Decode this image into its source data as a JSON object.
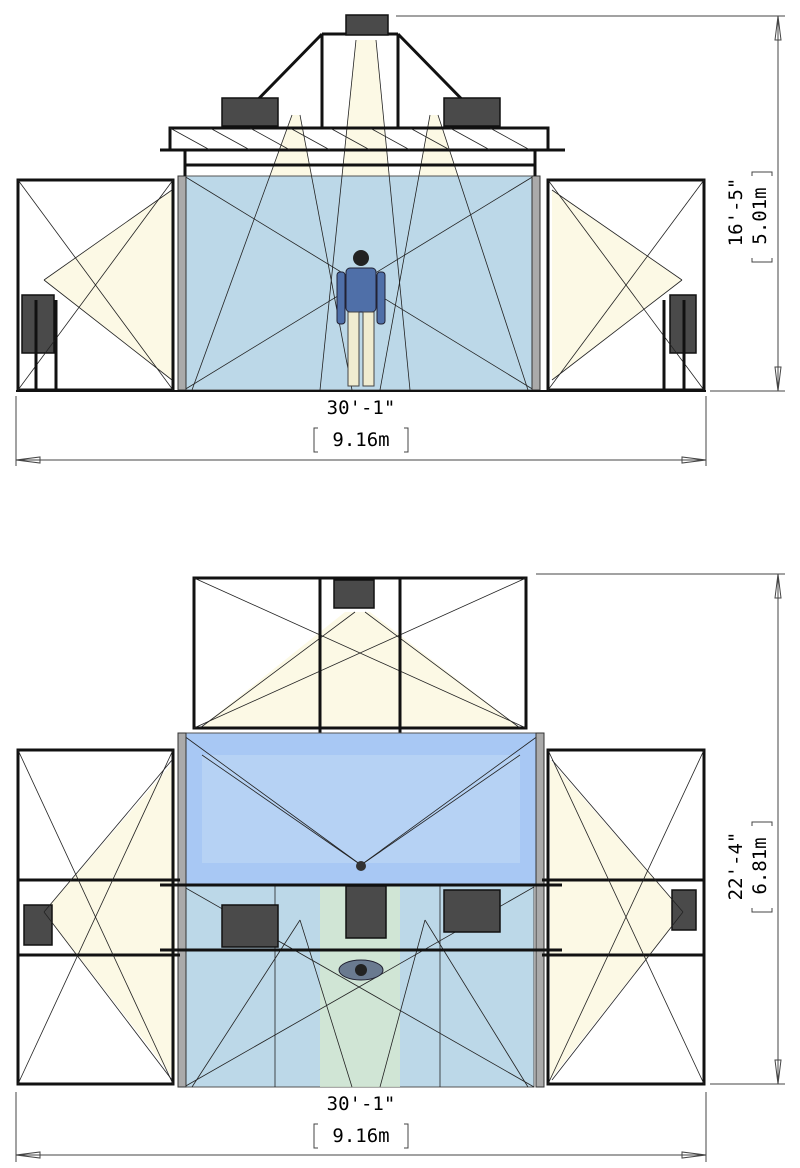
{
  "views": {
    "front": {
      "width_imperial": "30'-1\"",
      "width_metric": "9.16m",
      "height_imperial": "16'-5\"",
      "height_metric": "5.01m"
    },
    "top": {
      "width_imperial": "30'-1\"",
      "width_metric": "9.16m",
      "depth_imperial": "22'-4\"",
      "depth_metric": "6.81m"
    }
  },
  "colors": {
    "screen": "#bcd8e8",
    "floor_screen": "#a8c8f4",
    "light_beam": "#fbf8e0",
    "projector": "#4a4a4a",
    "frame": "#111111"
  },
  "icons": {
    "projector": "projector-icon",
    "person": "person-icon"
  }
}
